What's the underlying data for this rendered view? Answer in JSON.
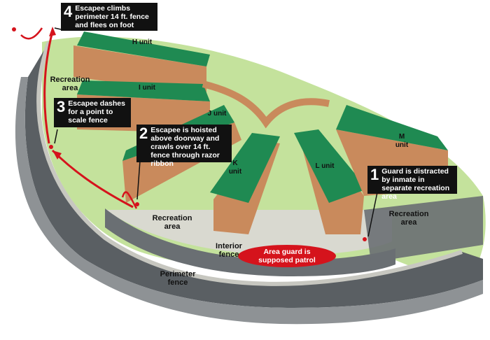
{
  "steps": [
    {
      "number": "1",
      "text": "Guard is distracted by inmate in separate recreation area"
    },
    {
      "number": "2",
      "text": "Escapee is hoisted above doorway and crawls over 14 ft. fence through razor ribbon"
    },
    {
      "number": "3",
      "text": "Escapee dashes for a point to scale fence"
    },
    {
      "number": "4",
      "text": "Escapee climbs perimeter 14 ft. fence and flees on foot"
    }
  ],
  "units": {
    "h": "H unit",
    "i": "I unit",
    "j": "J unit",
    "k": "K unit",
    "l": "L unit",
    "m": "M unit"
  },
  "areas": {
    "rec_left_top": "Recreation area",
    "rec_center": "Recreation area",
    "rec_right": "Recreation area"
  },
  "fences": {
    "interior": "Interior fence",
    "perimeter": "Perimeter fence"
  },
  "guard": {
    "text": "Area guard is supposed patrol"
  },
  "colors": {
    "roof": "#1f8a52",
    "roof_light": "#9fd6bd",
    "brick": "#c98a5c",
    "grass": "#c4e29c",
    "fence": "#555b5e",
    "path": "#d5131c"
  }
}
